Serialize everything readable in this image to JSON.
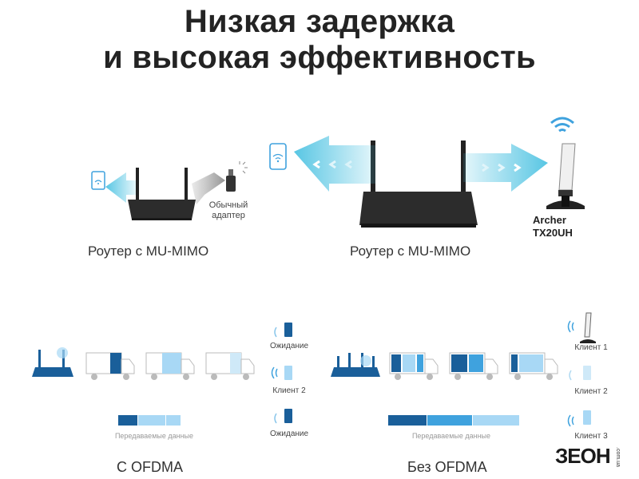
{
  "title": {
    "line1": "Низкая задержка",
    "line2": "и высокая эффективность"
  },
  "top": {
    "left_router_caption": "Роутер с MU-MIMO",
    "right_router_caption": "Роутер с MU-MIMO",
    "adapter_label_line1": "Обычный",
    "adapter_label_line2": "адаптер",
    "archer_line1": "Archer",
    "archer_line2": "TX20UH"
  },
  "bottom_left": {
    "caption": "С OFDMA",
    "data_label": "Передаваемые данные",
    "clients": [
      {
        "label": "Ожидание"
      },
      {
        "label": "Клиент 2"
      },
      {
        "label": "Ожидание"
      }
    ]
  },
  "bottom_right": {
    "caption": "Без OFDMA",
    "data_label": "Передаваемые данные",
    "clients": [
      {
        "label": "Клиент 1"
      },
      {
        "label": "Клиент 2"
      },
      {
        "label": "Клиент 3"
      }
    ]
  },
  "logo": {
    "text": "ЗЕОН",
    "side": ".com.ua"
  },
  "colors": {
    "dark_blue": "#1a5f9a",
    "mid_blue": "#3fa2de",
    "light_blue": "#a8d8f5",
    "arrow_teal": "#4fc3e2",
    "router_dark": "#2c2c2c"
  }
}
